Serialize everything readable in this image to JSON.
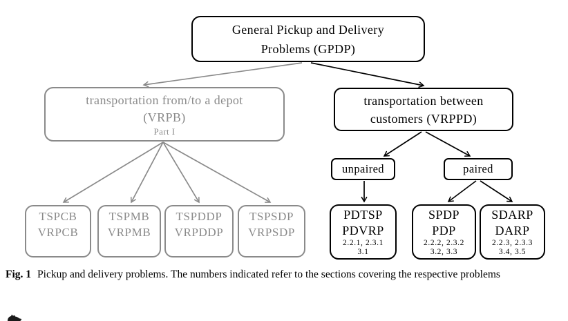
{
  "figure": {
    "nodes": {
      "gpdp": {
        "line1": "General Pickup and Delivery",
        "line2": "Problems (GPDP)"
      },
      "vrpb": {
        "line1": "transportation from/to a depot",
        "line2": "(VRPB)",
        "line3": "Part I"
      },
      "vrppd": {
        "line1": "transportation between",
        "line2": "customers (VRPPD)"
      },
      "unpaired": {
        "label": "unpaired"
      },
      "paired": {
        "label": "paired"
      },
      "tspcb": {
        "line1": "TSPCB",
        "line2": "VRPCB"
      },
      "tspmb": {
        "line1": "TSPMB",
        "line2": "VRPMB"
      },
      "tspddp": {
        "line1": "TSPDDP",
        "line2": "VRPDDP"
      },
      "tspsdp": {
        "line1": "TSPSDP",
        "line2": "VRPSDP"
      },
      "pdtsp": {
        "line1": "PDTSP",
        "line2": "PDVRP",
        "sections_a": "2.2.1, 2.3.1",
        "sections_b": "3.1"
      },
      "spdp": {
        "line1": "SPDP",
        "line2": "PDP",
        "sections_a": "2.2.2, 2.3.2",
        "sections_b": "3.2, 3.3"
      },
      "sdarp": {
        "line1": "SDARP",
        "line2": "DARP",
        "sections_a": "2.2.3, 2.3.3",
        "sections_b": "3.4, 3.5"
      }
    },
    "colors": {
      "muted_branch": "#8a8a8a",
      "active_branch": "#000000",
      "background": "#ffffff"
    }
  },
  "caption": {
    "label": "Fig. 1",
    "text": "Pickup and delivery problems. The numbers indicated refer to the sections covering the respective problems"
  },
  "footer": {
    "logo_icon": "publisher-knight-logo-partial"
  }
}
